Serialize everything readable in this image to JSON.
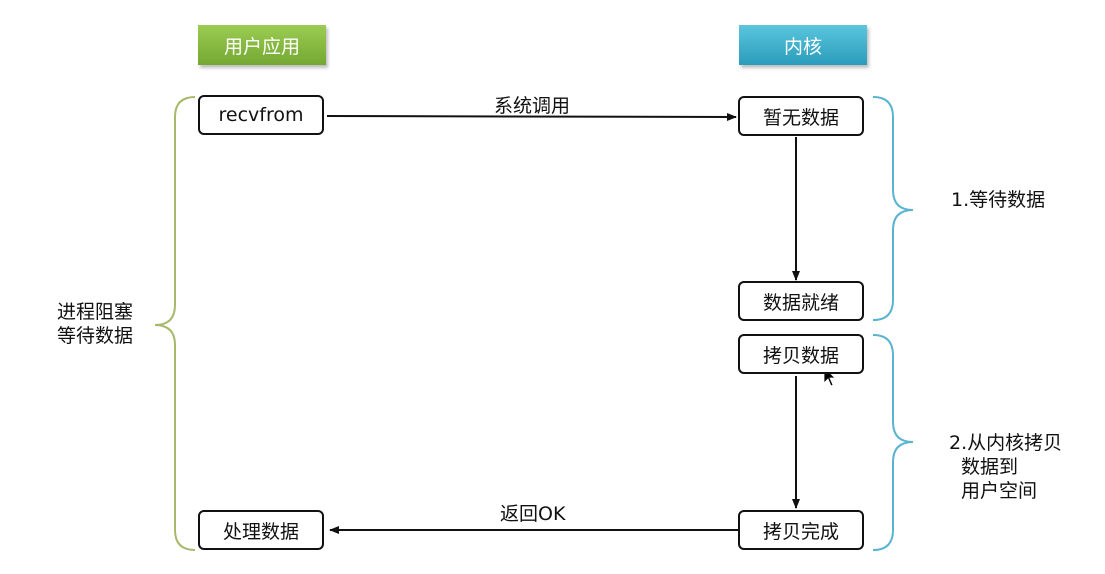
{
  "colors": {
    "app_header": "#7ab23a",
    "kernel_header": "#34a8c8",
    "left_brace": "#a7b86b",
    "right_brace": "#5ab3cf",
    "line": "#111111"
  },
  "headers": {
    "app": "用户应用",
    "kernel": "内核"
  },
  "app_boxes": {
    "recvfrom": "recvfrom",
    "process": "处理数据"
  },
  "kernel_boxes": {
    "no_data": "暂无数据",
    "data_ready": "数据就绪",
    "copy_data": "拷贝数据",
    "copy_done": "拷贝完成"
  },
  "arrows": {
    "syscall": "系统调用",
    "return_ok": "返回OK"
  },
  "left_brace_label": {
    "line1": "进程阻塞",
    "line2": "等待数据"
  },
  "phase1": "1.等待数据",
  "phase2": {
    "line1": "2.从内核拷贝",
    "line2": "数据到",
    "line3": "用户空间"
  }
}
